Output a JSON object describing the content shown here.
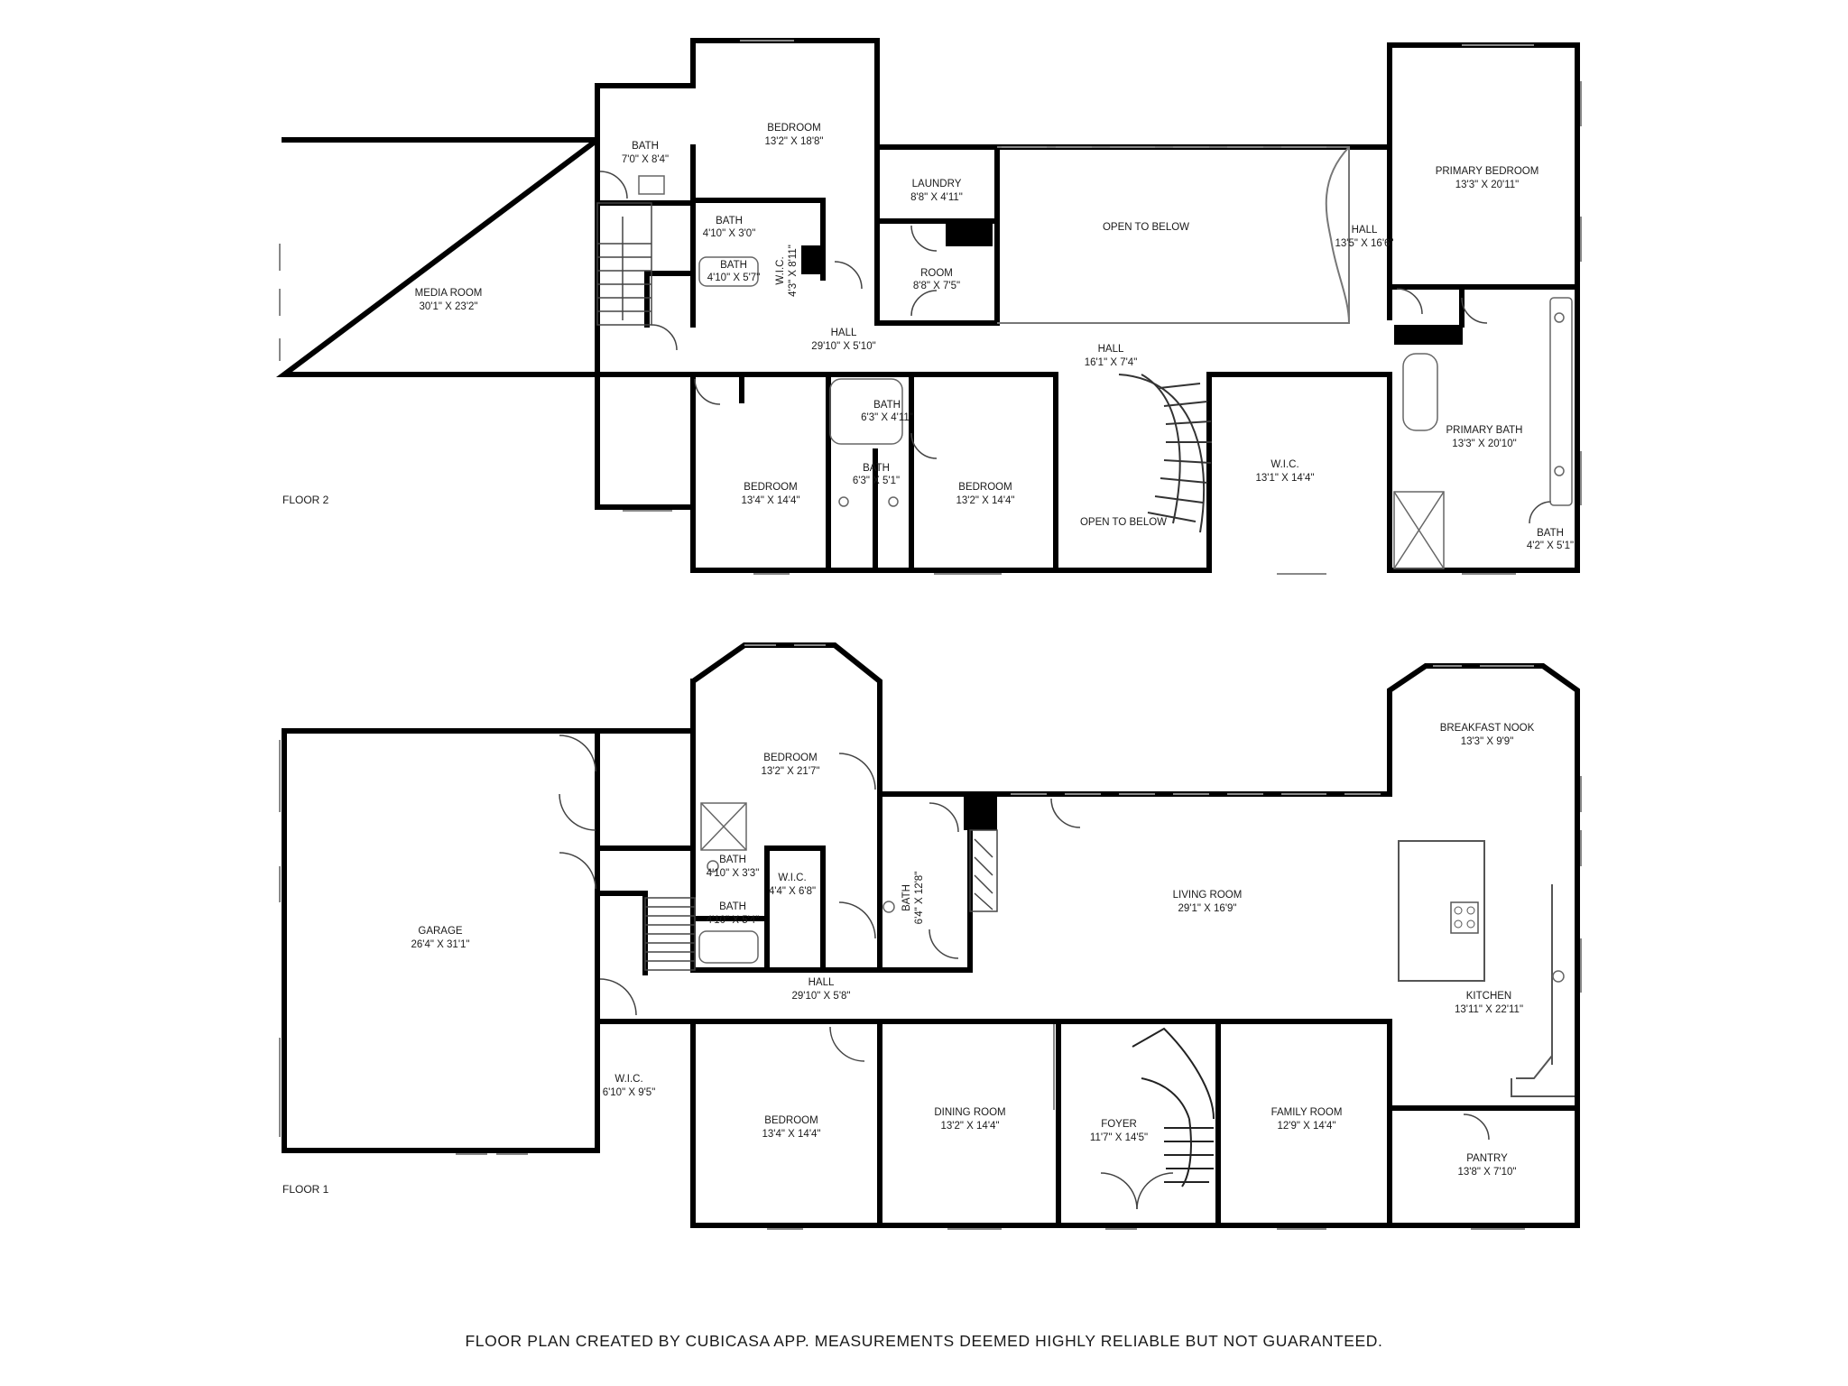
{
  "colors": {
    "wall": "#000000",
    "fixture": "#555555",
    "background": "#ffffff"
  },
  "floors": [
    {
      "label": "FLOOR 2",
      "rooms": [
        {
          "id": "media-room",
          "name": "MEDIA ROOM",
          "dims": "30'1\" X 23'2\""
        },
        {
          "id": "bath-a",
          "name": "BATH",
          "dims": "7'0\" X 8'4\""
        },
        {
          "id": "bedroom-a",
          "name": "BEDROOM",
          "dims": "13'2\" X 18'8\""
        },
        {
          "id": "bath-b",
          "name": "BATH",
          "dims": "4'10\" X 3'0\""
        },
        {
          "id": "bath-c",
          "name": "BATH",
          "dims": "4'10\" X 5'7\""
        },
        {
          "id": "wic-a",
          "name": "W.I.C.",
          "dims": "4'3\" X 8'11\""
        },
        {
          "id": "laundry",
          "name": "LAUNDRY",
          "dims": "8'8\" X 4'11\""
        },
        {
          "id": "room",
          "name": "ROOM",
          "dims": "8'8\" X 7'5\""
        },
        {
          "id": "open-to-below-a",
          "name": "OPEN TO BELOW",
          "dims": ""
        },
        {
          "id": "hall-a",
          "name": "HALL",
          "dims": "13'5\" X 16'6\""
        },
        {
          "id": "primary-bedroom",
          "name": "PRIMARY BEDROOM",
          "dims": "13'3\" X 20'11\""
        },
        {
          "id": "hall-b",
          "name": "HALL",
          "dims": "29'10\" X 5'10\""
        },
        {
          "id": "hall-c",
          "name": "HALL",
          "dims": "16'1\" X 7'4\""
        },
        {
          "id": "bath-d",
          "name": "BATH",
          "dims": "6'3\" X 4'11\""
        },
        {
          "id": "bath-e",
          "name": "BATH",
          "dims": "6'3\" X 5'1\""
        },
        {
          "id": "bedroom-b",
          "name": "BEDROOM",
          "dims": "13'4\" X 14'4\""
        },
        {
          "id": "bedroom-c",
          "name": "BEDROOM",
          "dims": "13'2\" X 14'4\""
        },
        {
          "id": "open-to-below-b",
          "name": "OPEN TO BELOW",
          "dims": ""
        },
        {
          "id": "wic-b",
          "name": "W.I.C.",
          "dims": "13'1\" X 14'4\""
        },
        {
          "id": "primary-bath",
          "name": "PRIMARY BATH",
          "dims": "13'3\" X 20'10\""
        },
        {
          "id": "bath-f",
          "name": "BATH",
          "dims": "4'2\" X 5'1\""
        }
      ]
    },
    {
      "label": "FLOOR 1",
      "rooms": [
        {
          "id": "garage",
          "name": "GARAGE",
          "dims": "26'4\" X 31'1\""
        },
        {
          "id": "bedroom-d",
          "name": "BEDROOM",
          "dims": "13'2\" X 21'7\""
        },
        {
          "id": "bath-g",
          "name": "BATH",
          "dims": "4'10\" X 3'3\""
        },
        {
          "id": "wic-c",
          "name": "W.I.C.",
          "dims": "4'4\" X 6'8\""
        },
        {
          "id": "bath-h",
          "name": "BATH",
          "dims": "4'10\" X 5'4\""
        },
        {
          "id": "bath-i",
          "name": "BATH",
          "dims": "6'4\" X 12'8\""
        },
        {
          "id": "living-room",
          "name": "LIVING ROOM",
          "dims": "29'1\" X 16'9\""
        },
        {
          "id": "breakfast-nook",
          "name": "BREAKFAST NOOK",
          "dims": "13'3\" X 9'9\""
        },
        {
          "id": "hall-d",
          "name": "HALL",
          "dims": "29'10\" X 5'8\""
        },
        {
          "id": "wic-d",
          "name": "W.I.C.",
          "dims": "6'10\" X 9'5\""
        },
        {
          "id": "bedroom-e",
          "name": "BEDROOM",
          "dims": "13'4\" X 14'4\""
        },
        {
          "id": "dining-room",
          "name": "DINING ROOM",
          "dims": "13'2\" X 14'4\""
        },
        {
          "id": "foyer",
          "name": "FOYER",
          "dims": "11'7\" X 14'5\""
        },
        {
          "id": "family-room",
          "name": "FAMILY ROOM",
          "dims": "12'9\" X 14'4\""
        },
        {
          "id": "kitchen",
          "name": "KITCHEN",
          "dims": "13'11\" X 22'11\""
        },
        {
          "id": "pantry",
          "name": "PANTRY",
          "dims": "13'8\" X 7'10\""
        }
      ]
    }
  ],
  "footer": "FLOOR PLAN CREATED BY CUBICASA APP. MEASUREMENTS DEEMED HIGHLY RELIABLE BUT NOT GUARANTEED."
}
